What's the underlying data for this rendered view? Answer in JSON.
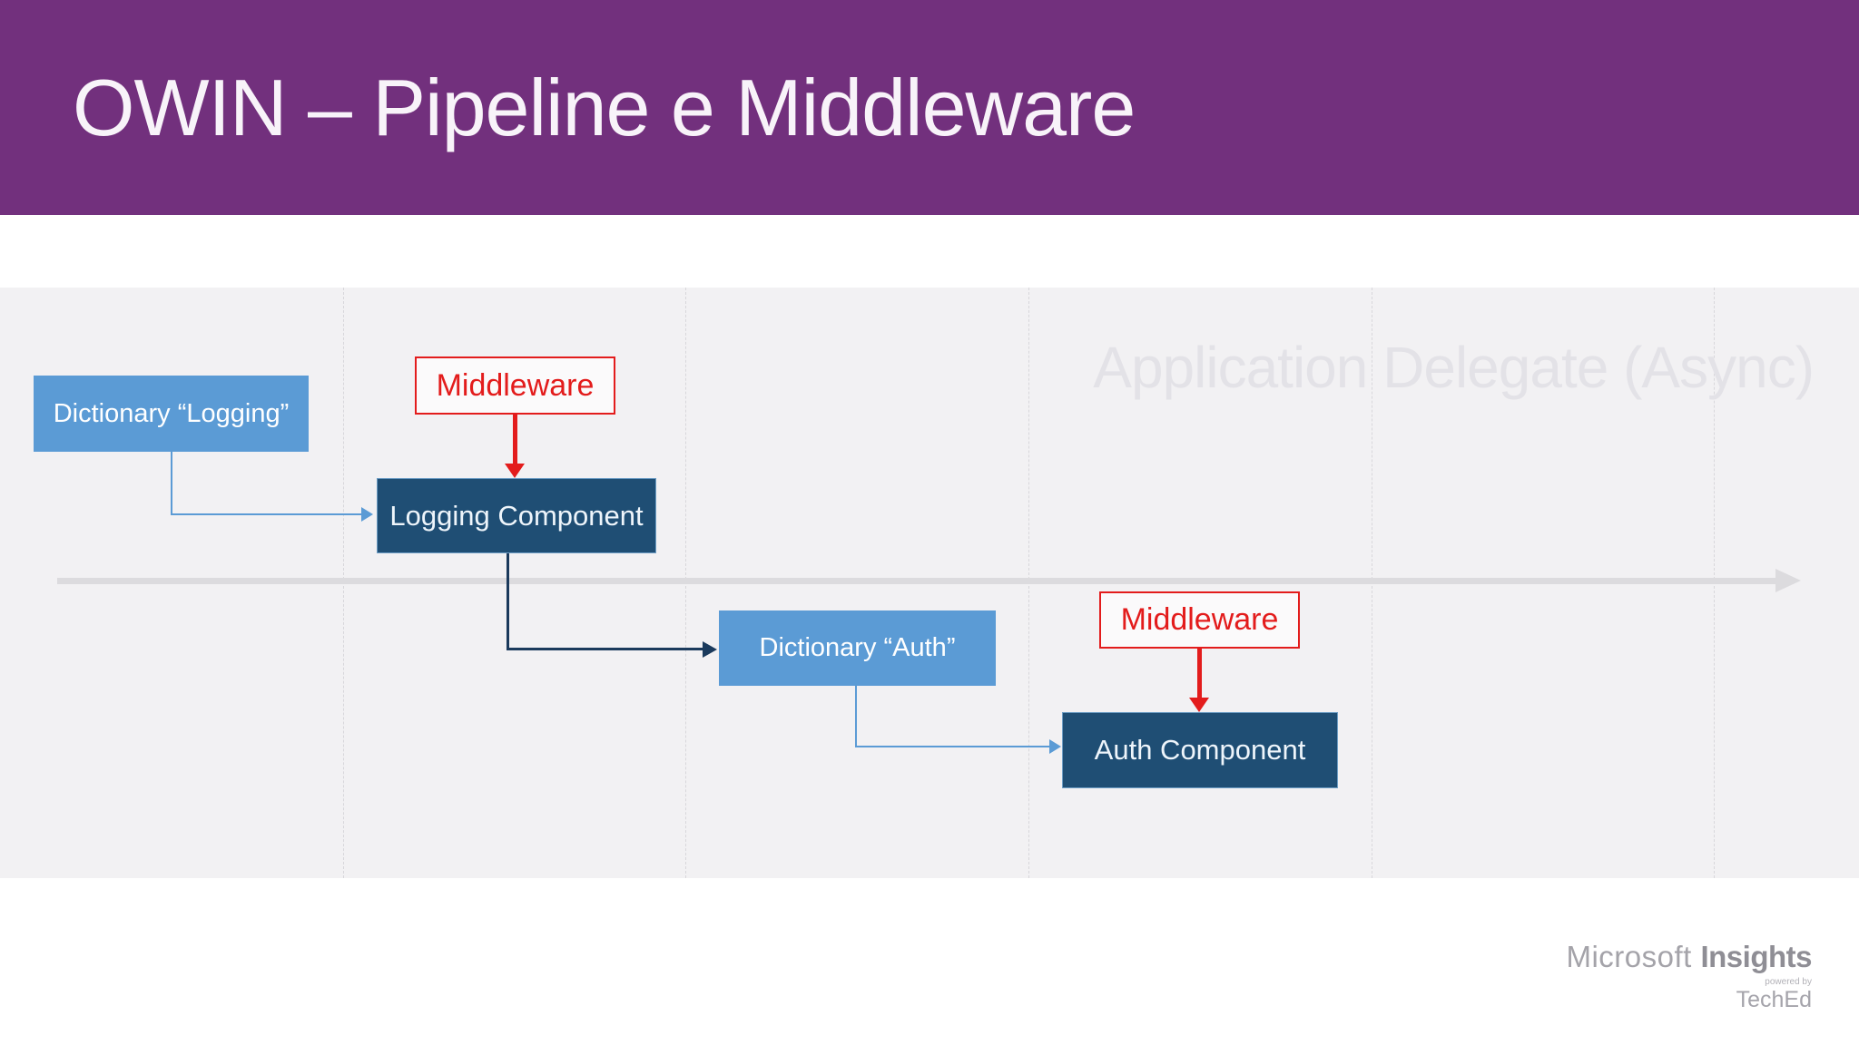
{
  "slide": {
    "title": "OWIN – Pipeline e Middleware"
  },
  "stage": {
    "watermark": "Application Delegate (Async)"
  },
  "diagram": {
    "nodes": {
      "dict_logging": {
        "label": "Dictionary “Logging”",
        "type": "environment-dictionary",
        "color": "#5b9bd5"
      },
      "middleware_logging": {
        "label": "Middleware",
        "type": "middleware-callout",
        "color": "#e31c1c"
      },
      "logging_component": {
        "label": "Logging Component",
        "type": "pipeline-component",
        "color": "#1f4e74"
      },
      "dict_auth": {
        "label": "Dictionary “Auth”",
        "type": "environment-dictionary",
        "color": "#5b9bd5"
      },
      "middleware_auth": {
        "label": "Middleware",
        "type": "middleware-callout",
        "color": "#e31c1c"
      },
      "auth_component": {
        "label": "Auth Component",
        "type": "pipeline-component",
        "color": "#1f4e74"
      }
    },
    "edges": [
      {
        "from": "dict_logging",
        "to": "logging_component",
        "style": "blue-elbow"
      },
      {
        "from": "middleware_logging",
        "to": "logging_component",
        "style": "red-straight"
      },
      {
        "from": "logging_component",
        "to": "dict_auth",
        "style": "navy-elbow"
      },
      {
        "from": "dict_auth",
        "to": "auth_component",
        "style": "blue-elbow"
      },
      {
        "from": "middleware_auth",
        "to": "auth_component",
        "style": "red-straight"
      }
    ],
    "timeline": {
      "direction": "left-to-right",
      "color": "#dcdbde"
    },
    "gridlines": 5
  },
  "footer": {
    "brand_primary": "Microsoft",
    "brand_secondary": "Insights",
    "powered_by": "powered by",
    "powered_by_brand": "TechEd"
  },
  "colors": {
    "header_purple": "#72307d",
    "stage_gray": "#f2f1f3",
    "state_blue": "#5b9bd5",
    "component_navy": "#1f4e74",
    "middleware_red": "#e31c1c",
    "timeline_gray": "#dcdbde",
    "watermark_gray": "#e3e2e7"
  }
}
